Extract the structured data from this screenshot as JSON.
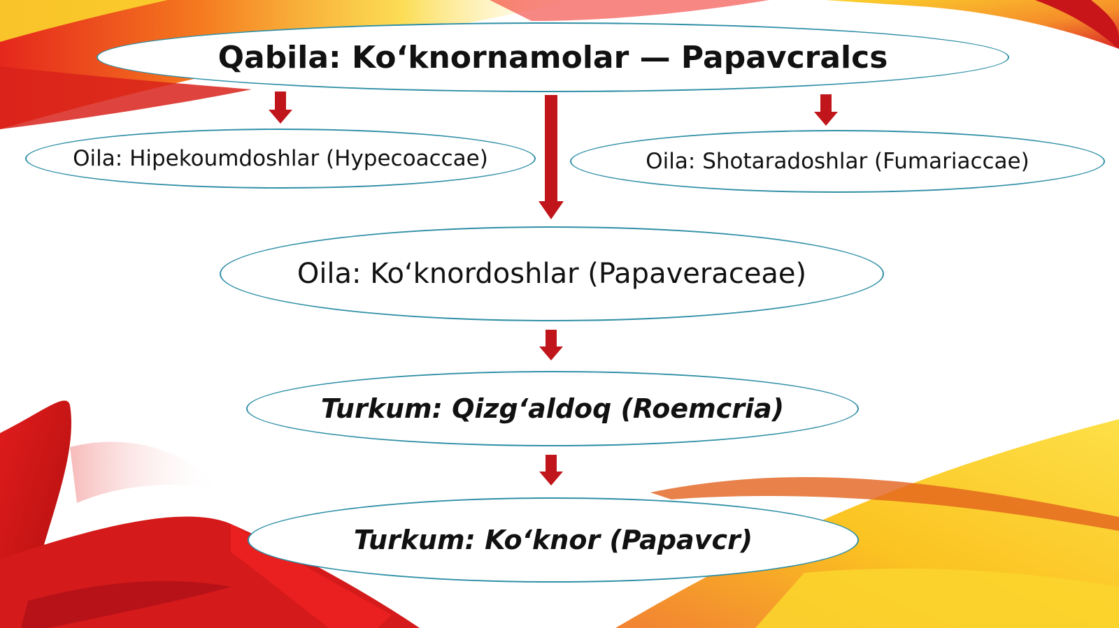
{
  "diagram": {
    "root": {
      "label": "Qabila: Ko‘knornamolar  —  Papavcralcs"
    },
    "families": {
      "hypecoaceae": {
        "label": "Oila: Hipekoumdoshlar (Hypecoaccae)"
      },
      "fumariaceae": {
        "label": "Oila: Shotaradoshlar  (Fumariaccae)"
      },
      "papaveraceae": {
        "label": "Oila: Ko‘knordoshlar  (Papaveraceae)"
      }
    },
    "genera": {
      "roemeria": {
        "label": "Turkum: Qizg‘aldoq  (Roemcria)"
      },
      "papaver": {
        "label": "Turkum: Ko‘knor  (Papavcr)"
      }
    },
    "colors": {
      "node_border": "#2f8fa6",
      "arrow": "#c0161b",
      "background_warm": [
        "#e41f1b",
        "#f6a21a",
        "#fbd21e"
      ]
    }
  }
}
